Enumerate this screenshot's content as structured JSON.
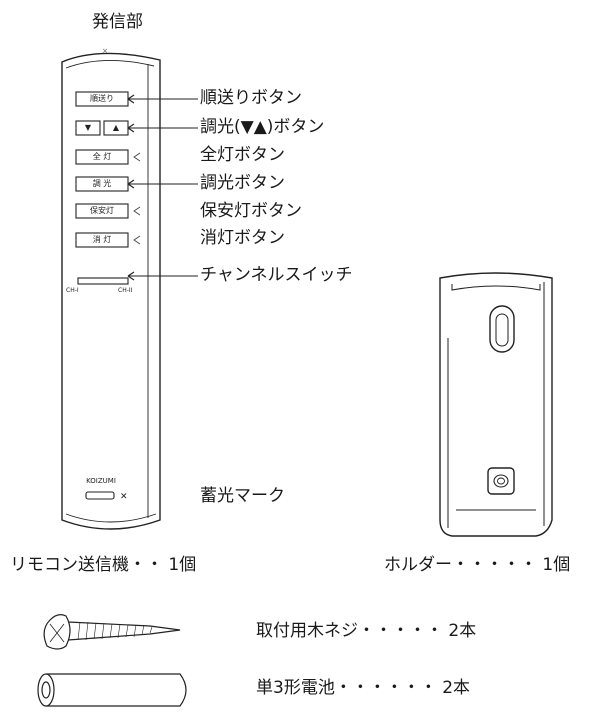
{
  "title": "発信部",
  "remote": {
    "buttons": {
      "next": "順送り",
      "dim_down": "▼",
      "dim_up": "▲",
      "full": "全 灯",
      "dim": "調 光",
      "night": "保安灯",
      "off": "消 灯"
    },
    "ch_left": "CH-I",
    "ch_right": "CH-II",
    "brand": "KOIZUMI"
  },
  "callouts": [
    "順送りボタン",
    "調光(▼▲)ボタン",
    "全灯ボタン",
    "調光ボタン",
    "保安灯ボタン",
    "消灯ボタン",
    "チャンネルスイッチ",
    "蓄光マーク"
  ],
  "captions": {
    "remote": "リモコン送信機・・ 1個",
    "holder": "ホルダー・・・・・ 1個",
    "screw": "取付用木ネジ・・・・・ 2本",
    "battery": "単3形電池・・・・・・ 2本"
  }
}
